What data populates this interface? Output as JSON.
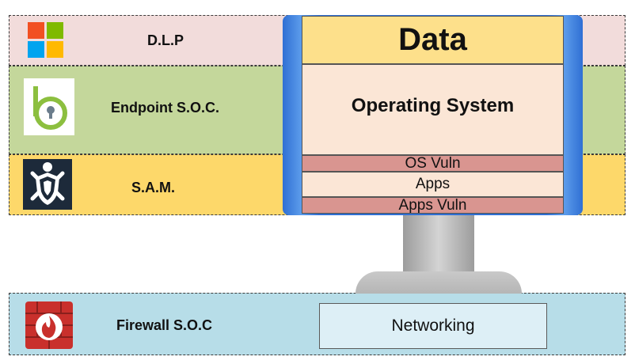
{
  "layers": {
    "dlp": {
      "label": "D.L.P",
      "icon": "windows-logo-icon"
    },
    "endpoint": {
      "label": "Endpoint S.O.C.",
      "icon": "bitdefender-lock-icon"
    },
    "sam": {
      "label": "S.A.M.",
      "icon": "turtle-shield-icon"
    },
    "firewall": {
      "label": "Firewall S.O.C",
      "icon": "firewall-flame-icon"
    }
  },
  "monitor": {
    "data": "Data",
    "os": "Operating System",
    "os_vuln": "OS Vuln",
    "apps": "Apps",
    "apps_vuln": "Apps Vuln"
  },
  "network": {
    "label": "Networking"
  },
  "colors": {
    "dlp_band": "#f2dcdb",
    "endpoint_band": "#c4d79b",
    "sam_band": "#fdd86a",
    "firewall_band": "#b7dde8",
    "monitor_frame": "#2f6fd4",
    "data_layer": "#fde08b",
    "vuln_layer": "#d99590"
  }
}
